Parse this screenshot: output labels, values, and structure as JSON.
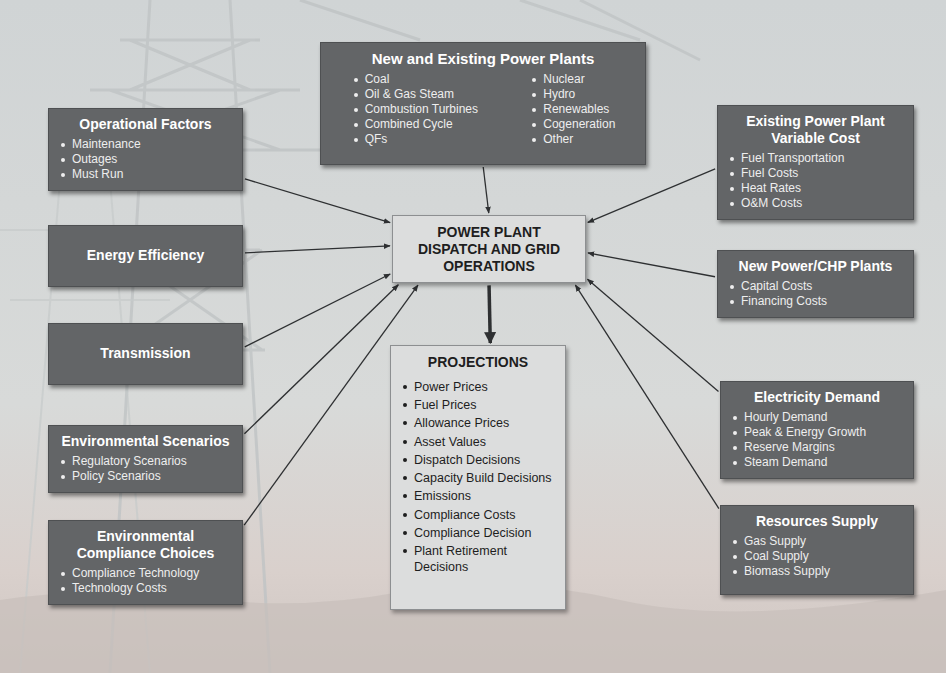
{
  "diagram": {
    "nodes": [
      {
        "text": [
          "New and Existing Power Plants",
          "Coal",
          "Oil & Gas Steam",
          "Combustion Turbines",
          "Combined Cycle",
          "QFs",
          "Nuclear",
          "Hydro",
          "Renewables",
          "Cogeneration",
          "Other"
        ]
      },
      {
        "text": [
          "Operational Factors",
          "Maintenance",
          "Outages",
          "Must Run"
        ]
      },
      {
        "text": [
          "Existing Power Plant Variable Cost",
          "Fuel Transportation",
          "Fuel Costs",
          "Heat Rates",
          "O&M Costs"
        ]
      },
      {
        "text": [
          "Energy Efficiency"
        ]
      },
      {
        "text": [
          "POWER PLANT DISPATCH AND GRID OPERATIONS"
        ]
      },
      {
        "text": [
          "New Power/CHP Plants",
          "Capital Costs",
          "Financing Costs"
        ]
      },
      {
        "text": [
          "Transmission"
        ]
      },
      {
        "text": [
          "PROJECTIONS",
          "Power Prices",
          "Fuel Prices",
          "Allowance Prices",
          "Asset Values",
          "Dispatch Decisions",
          "Capacity Build Decisions",
          "Emissions",
          "Compliance Costs",
          "Compliance Decision",
          "Plant Retirement Decisions"
        ]
      },
      {
        "text": [
          "Electricity Demand",
          "Hourly Demand",
          "Peak & Energy Growth",
          "Reserve Margins",
          "Steam Demand"
        ]
      },
      {
        "text": [
          "Environmental Scenarios",
          "Regulatory Scenarios",
          "Policy Scenarios"
        ]
      },
      {
        "text": [
          "Environmental Compliance Choices",
          "Compliance Technology",
          "Technology Costs"
        ]
      },
      {
        "text": [
          "Resources Supply",
          "Gas Supply",
          "Coal Supply",
          "Biomass Supply"
        ]
      }
    ],
    "edges": [
      {
        "from": 0,
        "to": 4,
        "arrow": "to"
      },
      {
        "from": 1,
        "to": 4,
        "arrow": "to"
      },
      {
        "from": 2,
        "to": 4,
        "arrow": "to"
      },
      {
        "from": 3,
        "to": 4,
        "arrow": "to"
      },
      {
        "from": 5,
        "to": 4,
        "arrow": "to"
      },
      {
        "from": 6,
        "to": 4,
        "arrow": "to"
      },
      {
        "from": 8,
        "to": 4,
        "arrow": "to"
      },
      {
        "from": 9,
        "to": 4,
        "arrow": "to"
      },
      {
        "from": 10,
        "to": 4,
        "arrow": "to"
      },
      {
        "from": 11,
        "to": 4,
        "arrow": "to"
      },
      {
        "from": 4,
        "to": 7,
        "arrow": "to"
      }
    ]
  }
}
